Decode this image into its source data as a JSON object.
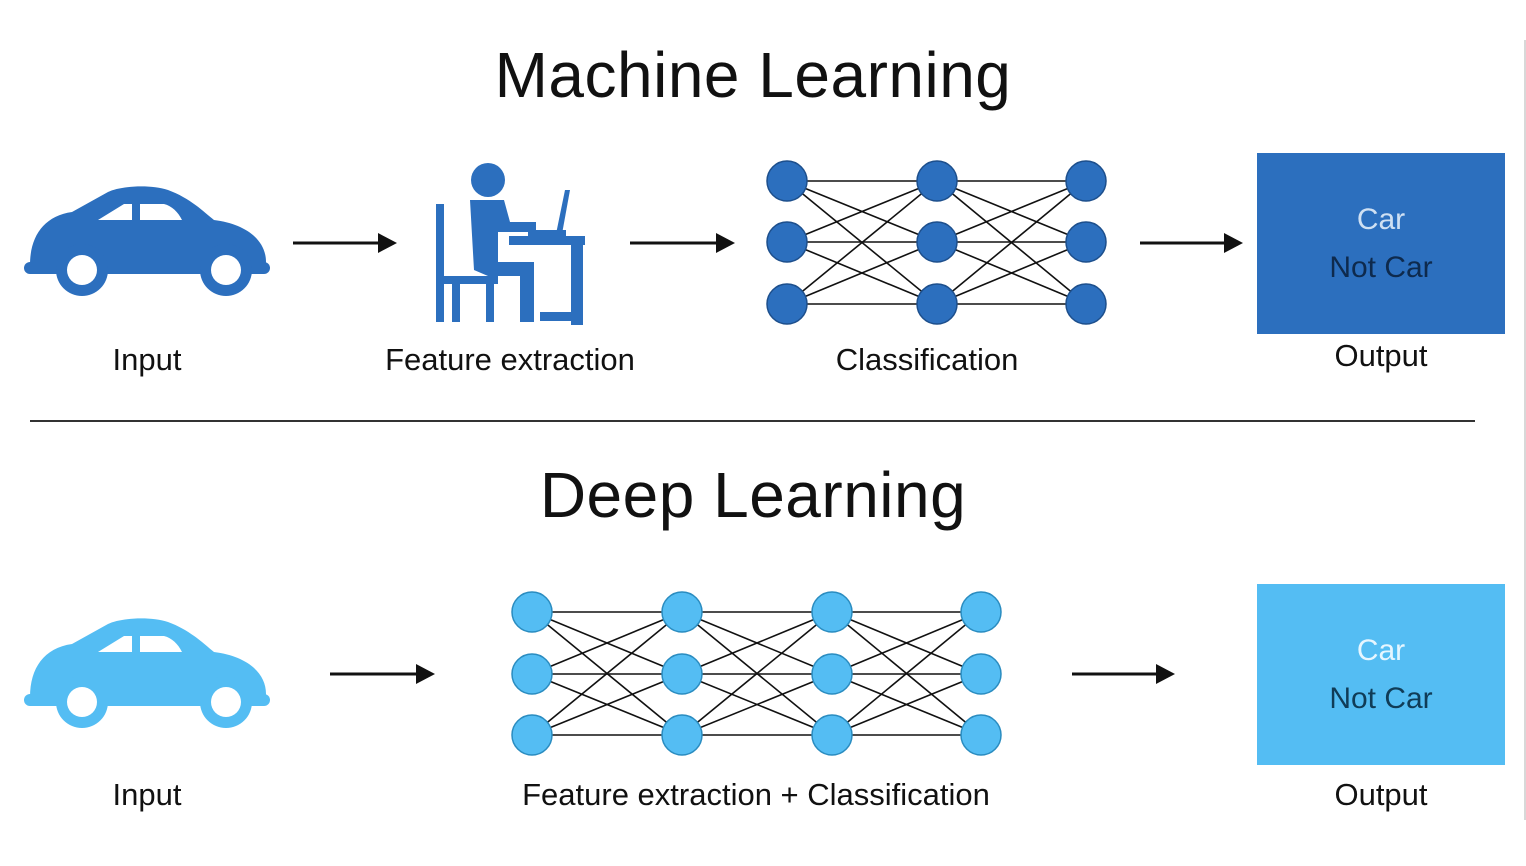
{
  "colors": {
    "ml_blue": "#2c6fbe",
    "dl_blue": "#54bdf3",
    "ml_output_text": "#cfe0f3",
    "ml_output_text_strong": "#0e2a4d",
    "dl_output_text": "#e6f6ff",
    "dl_output_text_strong": "#103c57",
    "line": "#111111"
  },
  "icons": {
    "input_car": "car-icon",
    "feature_extraction": "person-at-desk-icon",
    "network": "neural-network-icon",
    "arrow": "right-arrow-icon"
  },
  "machine_learning": {
    "title": "Machine Learning",
    "input_label": "Input",
    "feature_label": "Feature extraction",
    "classification_label": "Classification",
    "output_label": "Output",
    "output_options": [
      "Car",
      "Not Car"
    ]
  },
  "deep_learning": {
    "title": "Deep Learning",
    "input_label": "Input",
    "combined_label": "Feature extraction + Classification",
    "output_label": "Output",
    "output_options": [
      "Car",
      "Not Car"
    ]
  }
}
